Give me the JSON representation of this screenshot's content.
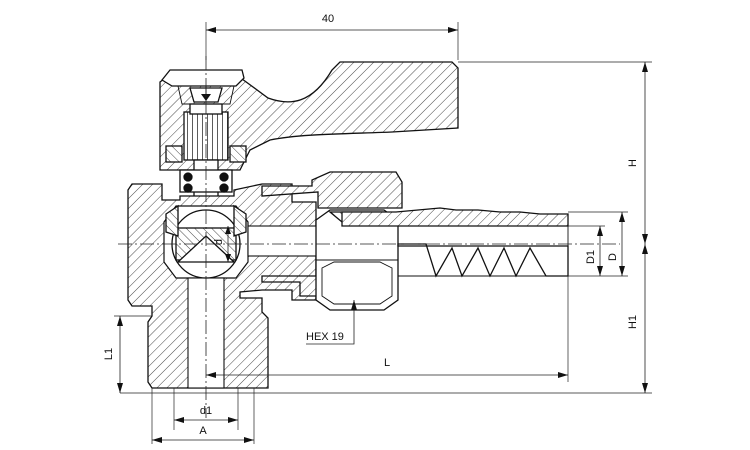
{
  "diagram": {
    "dimension_labels": {
      "width_top": "40",
      "height_upper": "H",
      "height_lower": "H1",
      "length": "L",
      "thread_length": "L1",
      "inner_diameter": "d",
      "outlet_inner_diameter": "d1",
      "thread_size": "A",
      "hose_barb_inner": "D1",
      "hose_barb_outer": "D",
      "hex_nut": "HEX 19"
    }
  }
}
